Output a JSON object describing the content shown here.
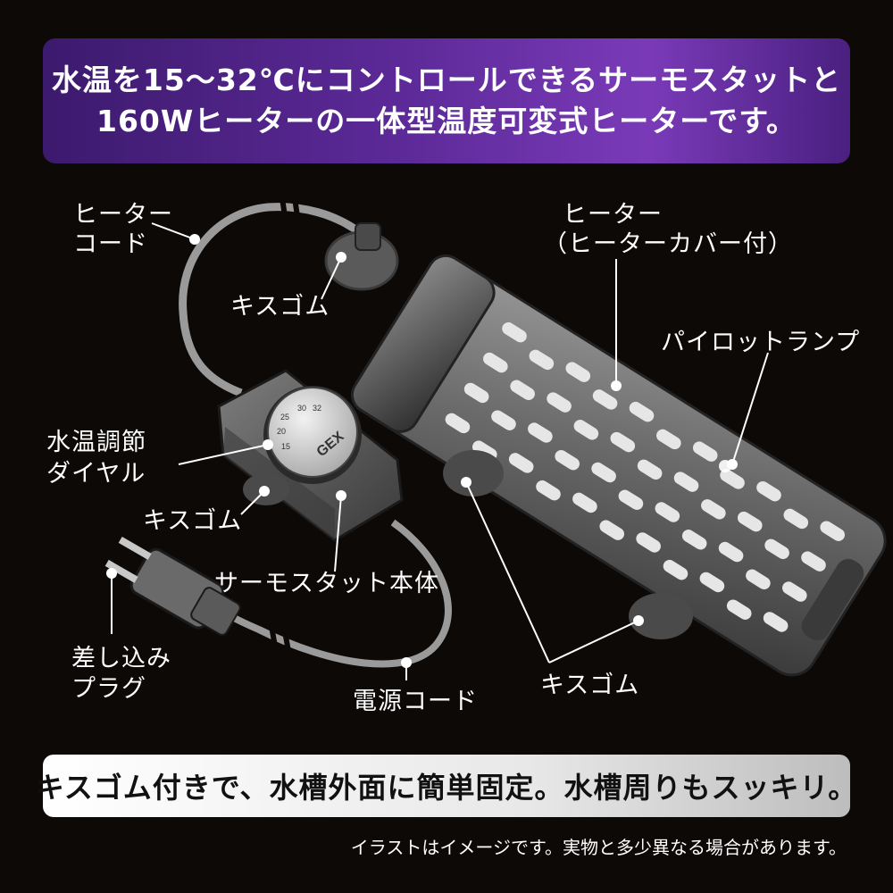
{
  "header": {
    "line1": "水温を15〜32℃にコントロールできるサーモスタットと",
    "line2": "160Wヒーターの一体型温度可変式ヒーターです。"
  },
  "labels": {
    "heater_cord_1": "ヒーター",
    "heater_cord_2": "コード",
    "suction_cup_top": "キスゴム",
    "heater_1": "ヒーター",
    "heater_2": "（ヒーターカバー付）",
    "pilot_lamp": "パイロットランプ",
    "dial_1": "水温調節",
    "dial_2": "ダイヤル",
    "suction_cup_left": "キスゴム",
    "thermostat_body": "サーモスタット本体",
    "plug_1": "差し込み",
    "plug_2": "プラグ",
    "power_cord": "電源コード",
    "suction_cup_bottom": "キスゴム"
  },
  "dial": {
    "brand": "GEX",
    "scale": [
      "15",
      "20",
      "25",
      "30",
      "32"
    ]
  },
  "footer": {
    "headline": "キスゴム付きで、水槽外面に簡単固定。水槽周りもスッキリ。",
    "note": "イラストはイメージです。実物と多少異なる場合があります。"
  },
  "colors": {
    "background": "#0d0907",
    "banner_start": "#3c1a6d",
    "banner_end": "#7a3ab8",
    "device_gray": "#6b6b6b"
  }
}
